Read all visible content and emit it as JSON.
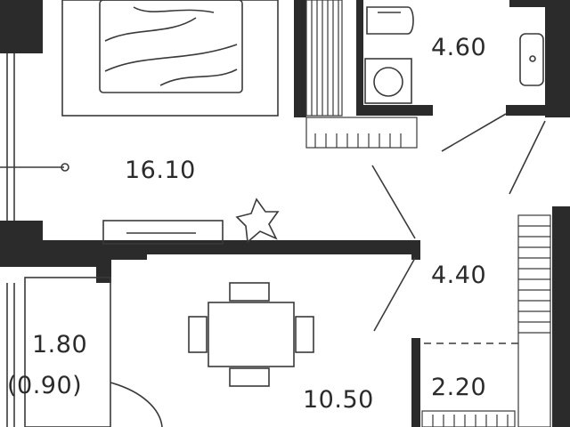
{
  "rooms": [
    {
      "id": "bedroom",
      "area": "16.10"
    },
    {
      "id": "bathroom",
      "area": "4.60"
    },
    {
      "id": "hallway",
      "area": "4.40"
    },
    {
      "id": "balcony",
      "area": "1.80",
      "area_reduced": "(0.90)"
    },
    {
      "id": "kitchen-living",
      "area": "10.50"
    },
    {
      "id": "storage",
      "area": "2.20"
    }
  ],
  "colors": {
    "wall": "#2b2b2b",
    "line": "#3a3a3a",
    "background": "#ffffff"
  }
}
